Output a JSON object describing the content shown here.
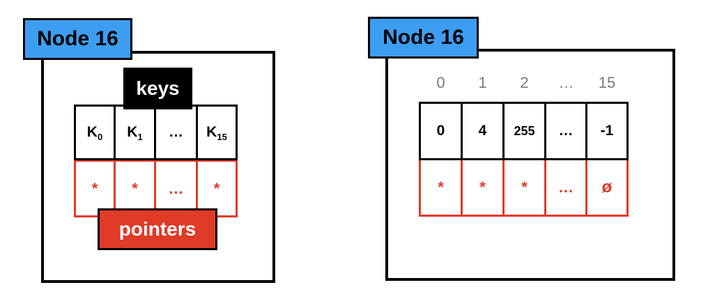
{
  "left": {
    "title": "Node 16",
    "keys_label": "keys",
    "pointers_label": "pointers",
    "keys": [
      {
        "base": "K",
        "sub": "0"
      },
      {
        "base": "K",
        "sub": "1"
      },
      {
        "base": "…",
        "sub": ""
      },
      {
        "base": "K",
        "sub": "15"
      }
    ],
    "pointers": [
      "*",
      "*",
      "…",
      "*"
    ]
  },
  "right": {
    "title": "Node 16",
    "indices": [
      "0",
      "1",
      "2",
      "…",
      "15"
    ],
    "keys": [
      "0",
      "4",
      "255",
      "…",
      "-1"
    ],
    "pointers": [
      "*",
      "*",
      "*",
      "…",
      "ø"
    ]
  },
  "colors": {
    "title_bg": "#3d9df0",
    "pointer_red": "#e03a28",
    "index_gray": "#7a7a7a"
  }
}
